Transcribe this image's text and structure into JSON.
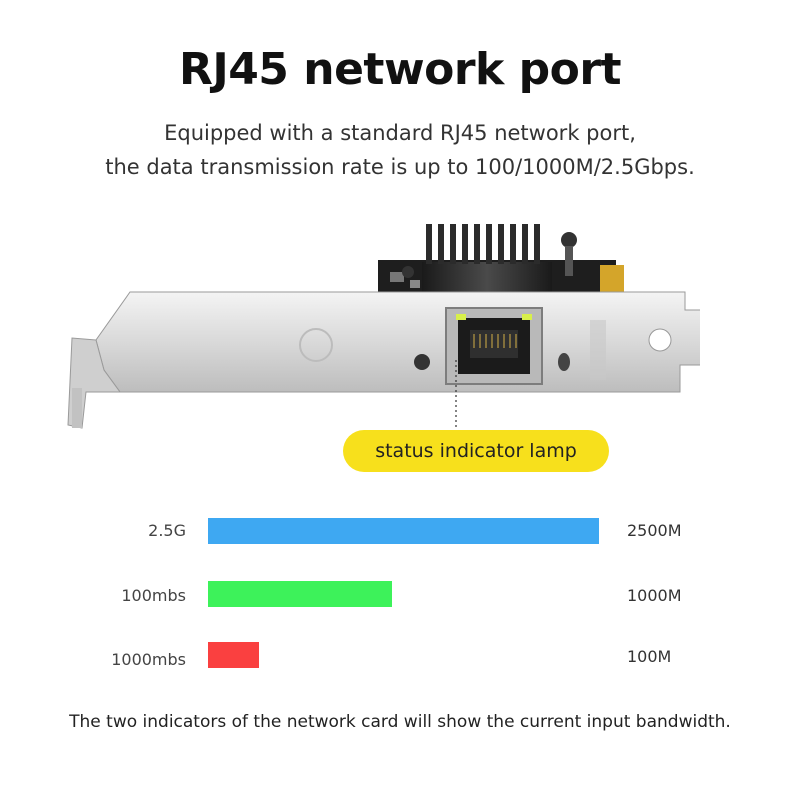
{
  "heading": {
    "title": "RJ45 network port",
    "subtitle_line1": "Equipped with a standard RJ45 network port,",
    "subtitle_line2": "the data transmission rate is up to 100/1000M/2.5Gbps."
  },
  "callout": {
    "label": "status indicator lamp",
    "pill_color": "#f7e01c"
  },
  "bars": [
    {
      "label": "2.5G",
      "value_text": "2500M",
      "fraction": 1.0,
      "color": "#3ea8f2"
    },
    {
      "label": "100mbs",
      "value_text": "1000M",
      "fraction": 0.47,
      "color": "#3df25a"
    },
    {
      "label": "1000mbs",
      "value_text": "100M",
      "fraction": 0.13,
      "color": "#fa4040"
    }
  ],
  "footer": {
    "note": "The two indicators of the network card will show the current input bandwidth."
  }
}
